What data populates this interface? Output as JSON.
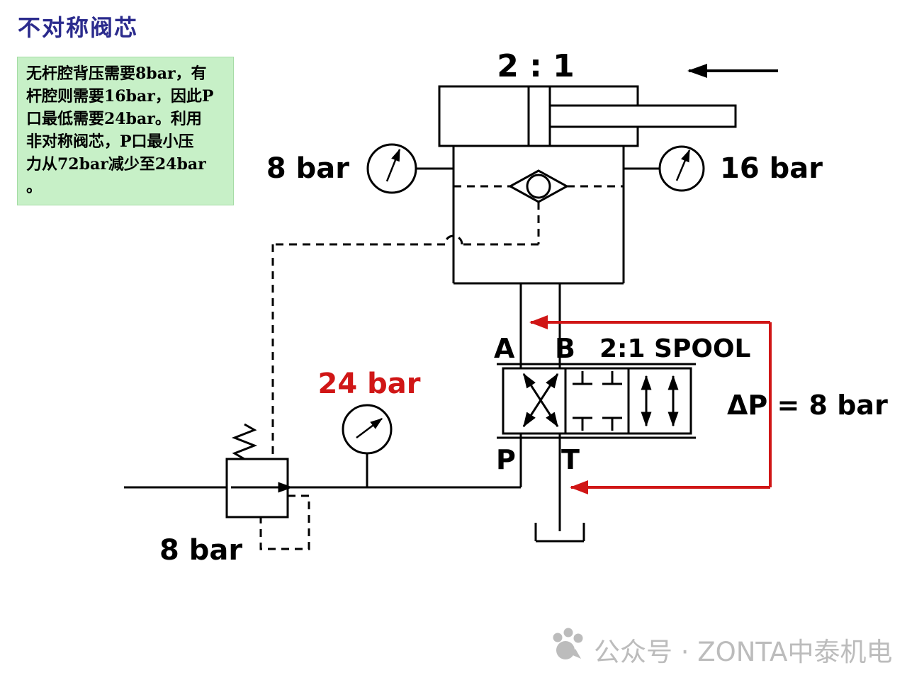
{
  "title": "不对称阀芯",
  "infobox": {
    "lines": [
      "无杆腔背压需要8bar，有",
      "杆腔则需要16bar，因此P",
      "口最低需要24bar。利用",
      "非对称阀芯，P口最小压",
      "力从72bar减少至24bar",
      "。"
    ]
  },
  "cylinder": {
    "ratio_label": "2 : 1"
  },
  "gauges": {
    "cap_side": "8 bar",
    "rod_side": "16 bar",
    "pump": "24 bar"
  },
  "valve": {
    "port_a": "A",
    "port_b": "B",
    "port_p": "P",
    "port_t": "T",
    "spool_label": "2:1 SPOOL",
    "delta_p": "ΔP = 8 bar"
  },
  "relief_valve": {
    "setting": "8 bar"
  },
  "watermark": {
    "text": "公众号 · ZONTA中泰机电"
  },
  "colors": {
    "accent_red": "#d01616",
    "title_blue": "#2b2b8d",
    "infobox_green": "#c7f0c7",
    "watermark_gray": "#bcbcbc"
  }
}
